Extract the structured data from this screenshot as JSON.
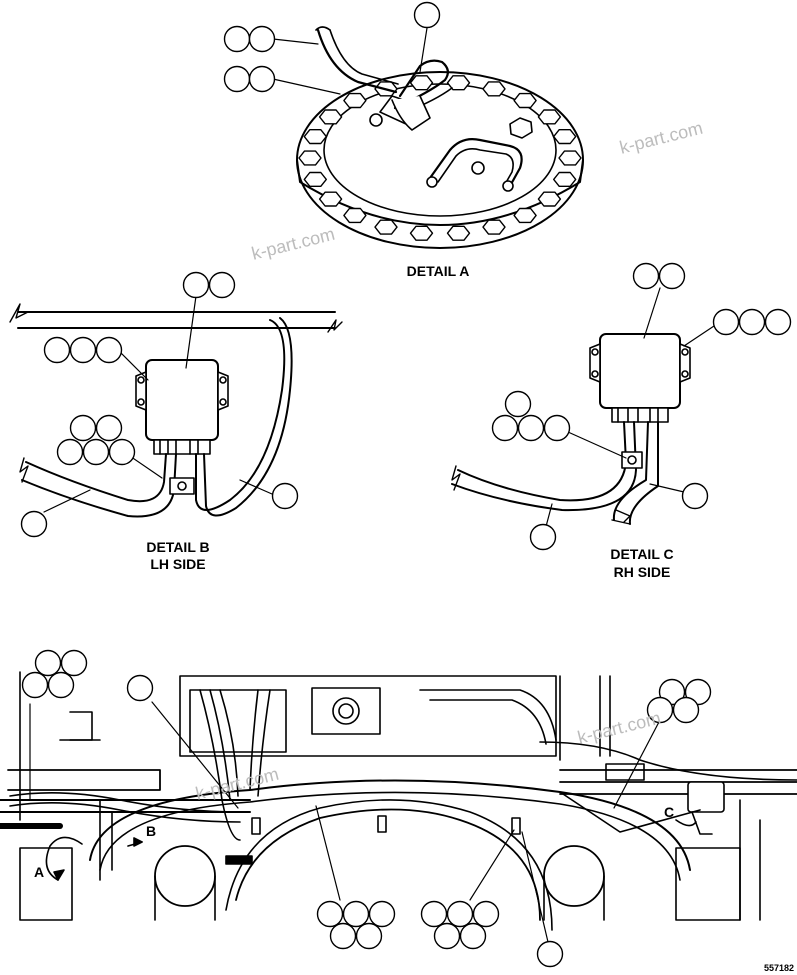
{
  "captions": {
    "detail_a": "DETAIL A",
    "detail_b_line1": "DETAIL B",
    "detail_b_line2": "LH SIDE",
    "detail_c_line1": "DETAIL C",
    "detail_c_line2": "RH SIDE"
  },
  "view_letters": {
    "a": "A",
    "b": "B",
    "c": "C"
  },
  "watermark": "k-part.com",
  "reference_number": "557182",
  "colors": {
    "line": "#000000",
    "background": "#ffffff",
    "watermark": "#bcbcbc"
  }
}
